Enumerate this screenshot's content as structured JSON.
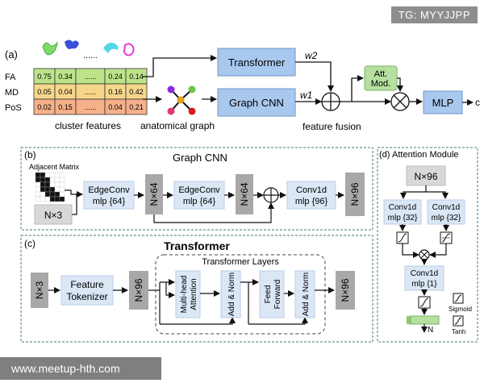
{
  "watermark_top": "TG: MYYJJPP",
  "watermark_bottom": "www.meetup-hth.com",
  "panel_a": {
    "label": "(a)",
    "table": {
      "rows": [
        {
          "name": "FA",
          "values": [
            "0.75",
            "0.34",
            "......",
            "0.24",
            "0.14"
          ],
          "color": "#bde38a"
        },
        {
          "name": "MD",
          "values": [
            "0.05",
            "0.04",
            "......",
            "0.16",
            "0.42"
          ],
          "color": "#f6d68a"
        },
        {
          "name": "PoS",
          "values": [
            "0.02",
            "0.15",
            "......",
            "0.04",
            "0.21"
          ],
          "color": "#f6b08a"
        }
      ]
    },
    "dots": "......",
    "cluster_caption": "cluster features",
    "graph_caption": "anatomical graph",
    "transformer": "Transformer",
    "graph_cnn": "Graph CNN",
    "w2": "w2",
    "w1": "w1",
    "fusion_caption": "feature fusion",
    "att_mod_1": "Att.",
    "att_mod_2": "Mod.",
    "mlp": "MLP",
    "output": "c"
  },
  "panel_b": {
    "label": "(b)",
    "title": "Graph CNN",
    "adjacent_matrix": "Adjacent Matrix",
    "input": "N×3",
    "edgeconv1": [
      "EdgeConv",
      "mlp {64}"
    ],
    "n64_1": "N×64",
    "edgeconv2": [
      "EdgeConv",
      "mlp {64}"
    ],
    "n64_2": "N×64",
    "conv1d": [
      "Conv1d",
      "mlp {96}"
    ],
    "n96": "N×96"
  },
  "panel_c": {
    "label": "(c)",
    "title": "Transformer",
    "input": "N×3",
    "tokenizer": [
      "Feature",
      "Tokenizer"
    ],
    "n96_in": "N×96",
    "layers_title": "Transformer Layers",
    "mha": [
      "Multi-head",
      "Attention"
    ],
    "addnorm1": "Add & Norm",
    "ff": [
      "Feed",
      "Forward"
    ],
    "addnorm2": "Add & Norm",
    "n96_out": "N×96"
  },
  "panel_d": {
    "label": "(d)",
    "title": "Attention Module",
    "input": "N×96",
    "conv_left": [
      "Conv1d",
      "mlp {32}"
    ],
    "conv_right": [
      "Conv1d",
      "mlp {32}"
    ],
    "conv_bottom": [
      "Conv1d",
      "mlp {1}"
    ],
    "output": "N",
    "legend_sigmoid": "Sigmoid",
    "legend_tanh": "Tanh"
  }
}
